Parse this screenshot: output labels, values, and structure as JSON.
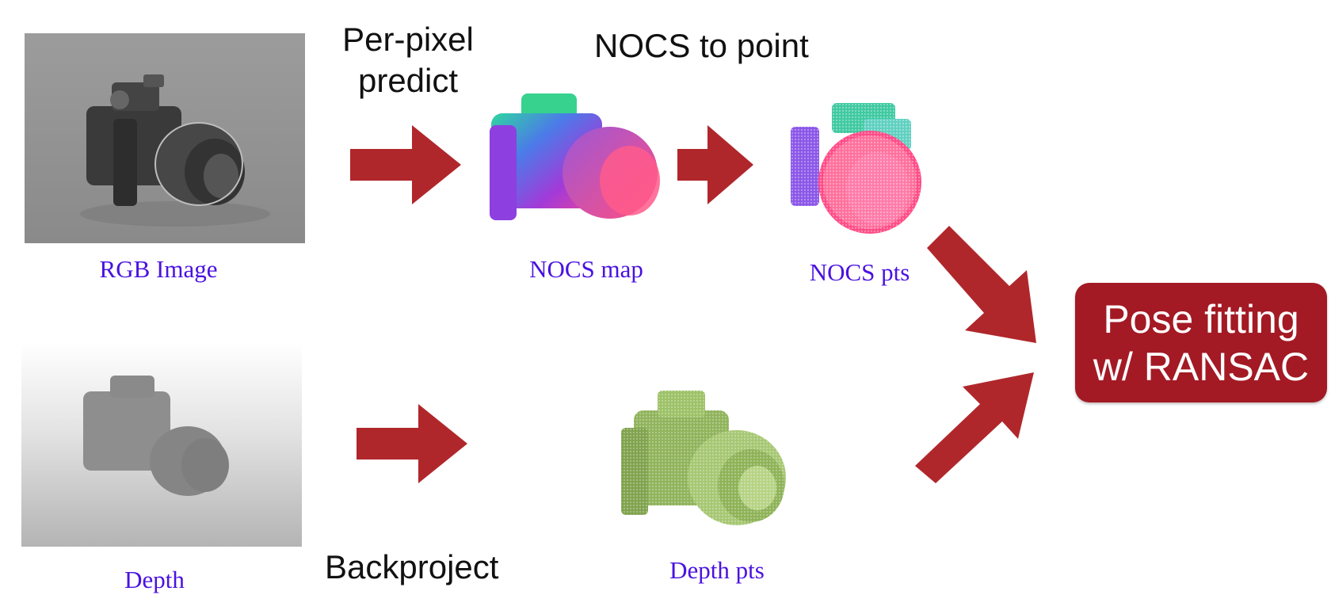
{
  "panels": {
    "rgb_caption": "RGB Image",
    "depth_caption": "Depth",
    "nocs_map_caption": "NOCS map",
    "nocs_pts_caption": "NOCS pts",
    "depth_pts_caption": "Depth pts"
  },
  "steps": {
    "predict_line1": "Per-pixel",
    "predict_line2": "predict",
    "nocs_to_point": "NOCS to point",
    "backproject": "Backproject"
  },
  "result": {
    "line1": "Pose fitting",
    "line2": "w/ RANSAC"
  },
  "colors": {
    "arrow": "#b0272b",
    "result_box": "#a31a24",
    "caption": "#4a12e0"
  }
}
